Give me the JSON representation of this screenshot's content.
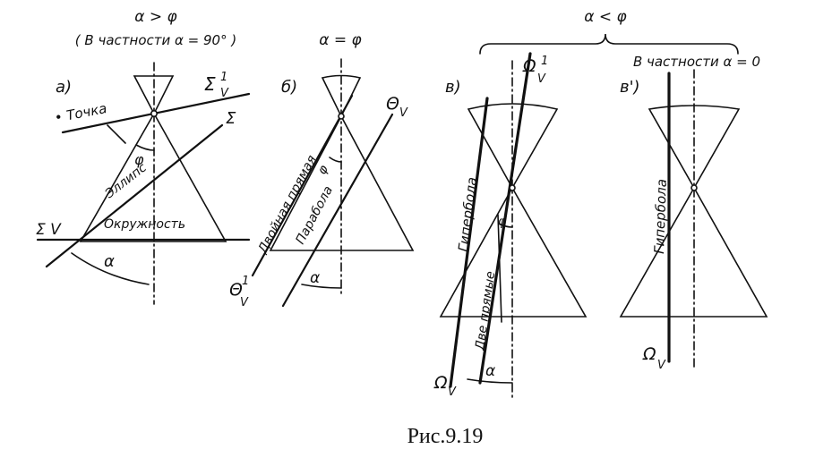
{
  "figure": {
    "caption": "Рис.9.19",
    "headers": {
      "gt": "α > φ",
      "gt_note": "( В частности  α = 90° )",
      "eq": "α = φ",
      "lt": "α < φ",
      "lt_zero_note": "В частности  α = 0"
    },
    "panels": {
      "a": {
        "letter": "а)",
        "point_label": "• Точка",
        "sigma_v1": "Σ",
        "sigma_v1_sup": "1",
        "sigma_v1_sub": "V",
        "sigma": "Σ",
        "sigma_v": "Σ V",
        "ellipse": "Эллипс",
        "circle": "Окружность",
        "phi": "φ",
        "alpha": "α"
      },
      "b": {
        "letter": "б)",
        "theta_v": "Θ",
        "theta_v_sub": "V",
        "theta_v1": "Θ",
        "theta_v1_sup": "1",
        "theta_v1_sub": "V",
        "double_line": "Двойная прямая",
        "parabola": "Парабола",
        "phi": "φ",
        "alpha": "α"
      },
      "c": {
        "letter": "в)",
        "omega_v1": "Ω",
        "omega_v1_sup": "1",
        "omega_v1_sub": "V",
        "omega_v": "Ω",
        "omega_v_sub": "V",
        "hyperbola": "Гипербола",
        "two_lines": "Две прямые",
        "phi": "φ",
        "alpha": "α"
      },
      "d": {
        "letter": "в')",
        "omega_v": "Ω",
        "omega_v_sub": "V",
        "hyperbola": "Гипербола"
      }
    }
  }
}
